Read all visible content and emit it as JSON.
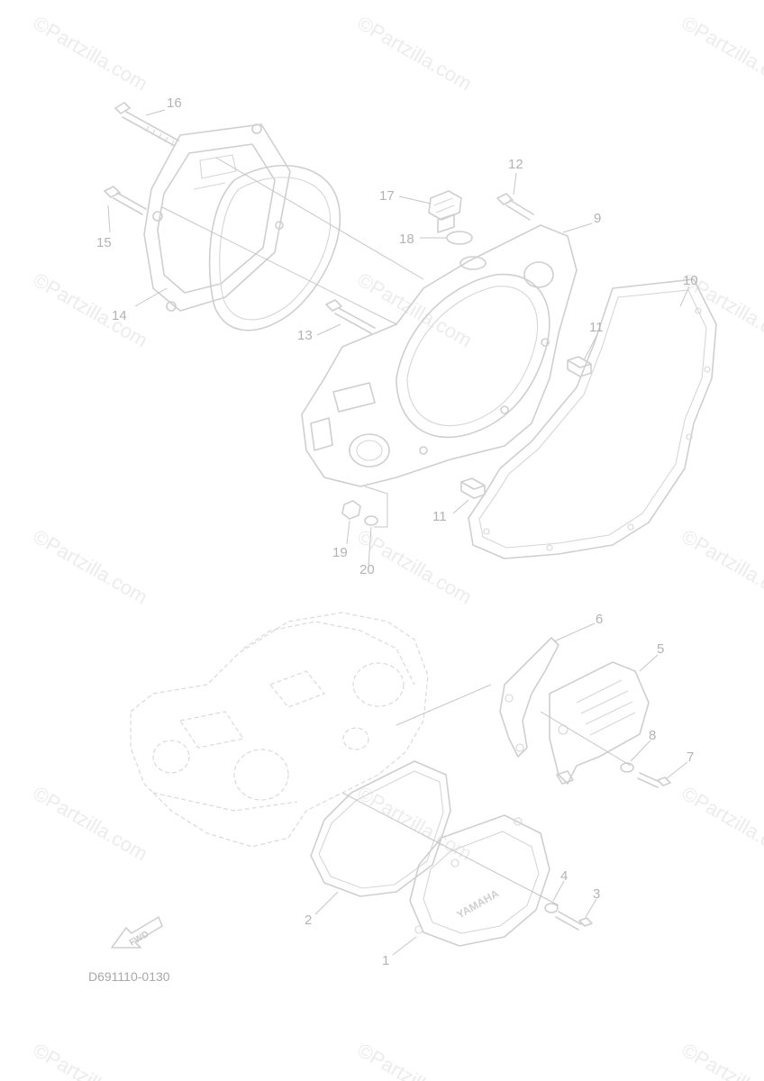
{
  "watermark": "©Partzilla.com",
  "diagram_code": "D691110-0130",
  "brand_logo": "YAMAHA",
  "fwd_label": "FWD",
  "callouts": {
    "c1": "1",
    "c2": "2",
    "c3": "3",
    "c4": "4",
    "c5": "5",
    "c6": "6",
    "c7": "7",
    "c8": "8",
    "c9": "9",
    "c10": "10",
    "c11a": "11",
    "c11b": "11",
    "c12": "12",
    "c13": "13",
    "c14": "14",
    "c15": "15",
    "c16": "16",
    "c17": "17",
    "c18": "18",
    "c19": "19",
    "c20": "20"
  }
}
